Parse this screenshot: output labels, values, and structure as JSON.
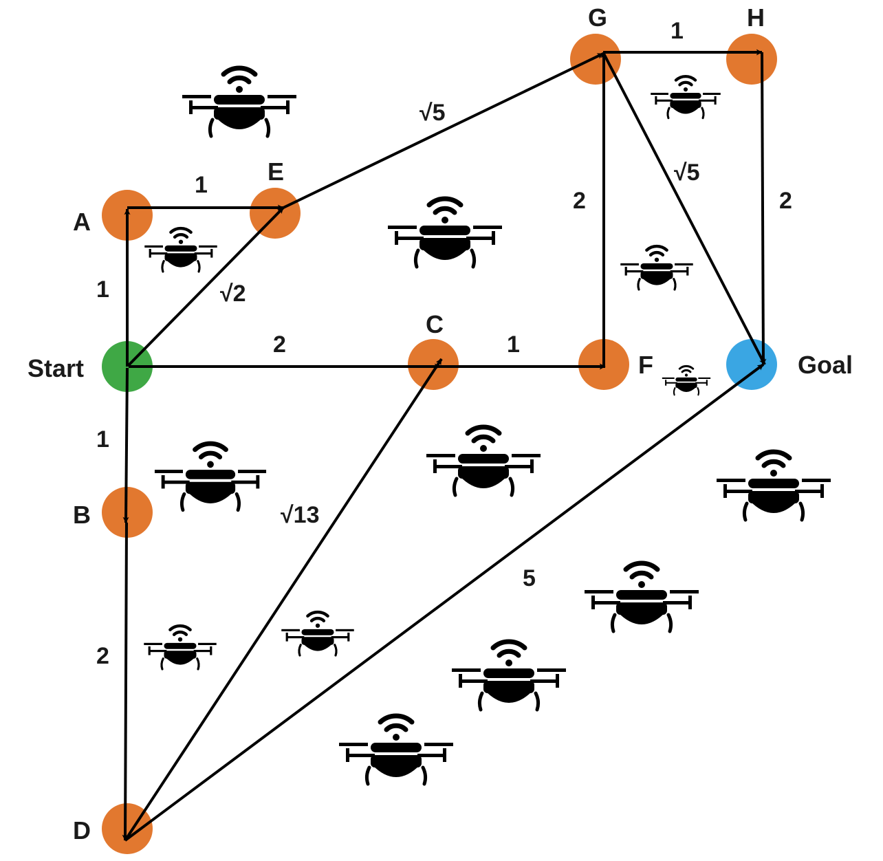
{
  "colors": {
    "node": "#E2782F",
    "start": "#3FA845",
    "goal": "#3AA6E3",
    "edge": "#000000",
    "drone": "#000000"
  },
  "nodes": {
    "start": {
      "label": "Start",
      "type": "start"
    },
    "a": {
      "label": "A",
      "type": "normal"
    },
    "b": {
      "label": "B",
      "type": "normal"
    },
    "c": {
      "label": "C",
      "type": "normal"
    },
    "d": {
      "label": "D",
      "type": "normal"
    },
    "e": {
      "label": "E",
      "type": "normal"
    },
    "f": {
      "label": "F",
      "type": "normal"
    },
    "g": {
      "label": "G",
      "type": "normal"
    },
    "h": {
      "label": "H",
      "type": "normal"
    },
    "goal": {
      "label": "Goal",
      "type": "goal"
    }
  },
  "edges": {
    "start_a": {
      "from": "Start",
      "to": "A",
      "weight": "1"
    },
    "start_e": {
      "from": "Start",
      "to": "E",
      "weight": "√2"
    },
    "start_c": {
      "from": "Start",
      "to": "C",
      "weight": "2"
    },
    "start_b": {
      "from": "Start",
      "to": "B",
      "weight": "1"
    },
    "a_e": {
      "from": "A",
      "to": "E",
      "weight": "1"
    },
    "e_g": {
      "from": "E",
      "to": "G",
      "weight": "√5"
    },
    "g_h": {
      "from": "G",
      "to": "H",
      "weight": "1"
    },
    "c_f": {
      "from": "C",
      "to": "F",
      "weight": "1"
    },
    "f_g": {
      "from": "F",
      "to": "G",
      "weight": "2"
    },
    "g_goal": {
      "from": "G",
      "to": "Goal",
      "weight": "√5"
    },
    "h_goal": {
      "from": "H",
      "to": "Goal",
      "weight": "2"
    },
    "b_d": {
      "from": "B",
      "to": "D",
      "weight": "2"
    },
    "d_c": {
      "from": "D",
      "to": "C",
      "weight": "√13"
    },
    "d_goal": {
      "from": "D",
      "to": "Goal",
      "weight": "5"
    }
  },
  "icons": {
    "drone": "drone-icon"
  }
}
